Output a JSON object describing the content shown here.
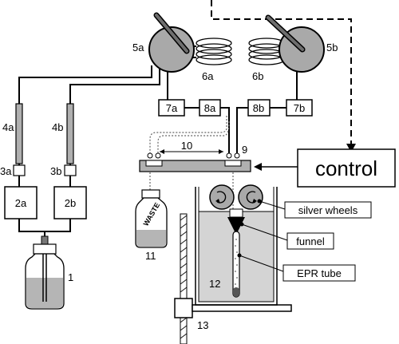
{
  "labels": {
    "n1": "1",
    "n2a": "2a",
    "n2b": "2b",
    "n3a": "3a",
    "n3b": "3b",
    "n4a": "4a",
    "n4b": "4b",
    "n5a": "5a",
    "n5b": "5b",
    "n6a": "6a",
    "n6b": "6b",
    "n7a": "7a",
    "n7b": "7b",
    "n8a": "8a",
    "n8b": "8b",
    "n9": "9",
    "n10": "10",
    "n11": "11",
    "n12": "12",
    "n13": "13"
  },
  "control_label": "control",
  "waste_label": "WASTE",
  "callouts": {
    "silver_wheels": "silver wheels",
    "funnel": "funnel",
    "epr_tube": "EPR tube"
  }
}
